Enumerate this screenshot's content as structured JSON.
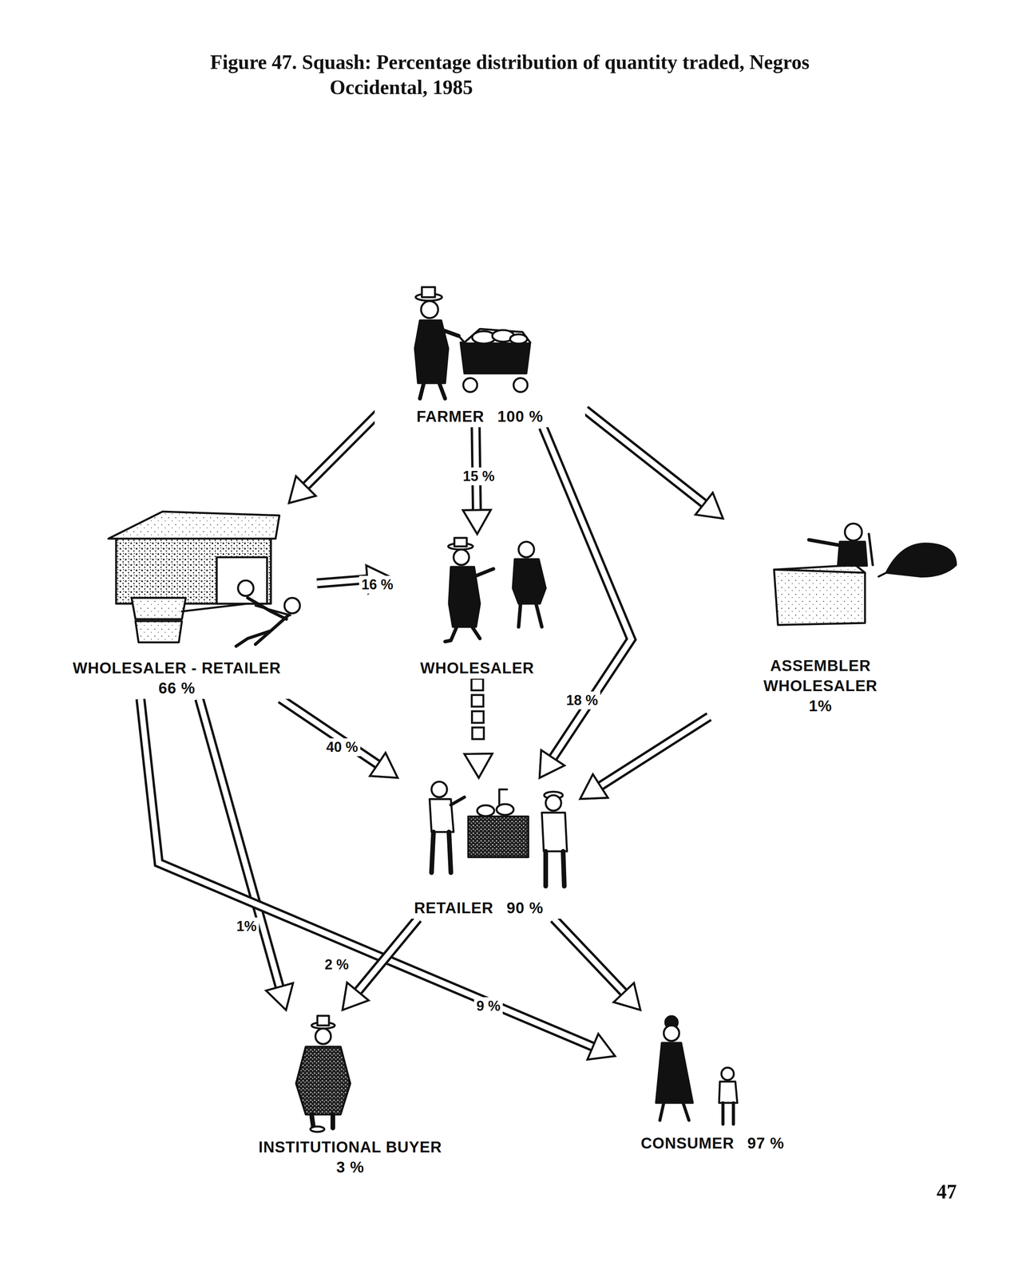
{
  "diagram": {
    "title": "Figure 47. Squash: Percentage distribution of quantity traded, Negros Occidental, 1985",
    "nodes": [
      {
        "text": [
          "FARMER",
          "100 %"
        ]
      },
      {
        "text": [
          "WHOLESALER - RETAILER",
          "66 %"
        ]
      },
      {
        "text": [
          "WHOLESALER"
        ]
      },
      {
        "text": [
          "ASSEMBLER WHOLESALER",
          "1%"
        ]
      },
      {
        "text": [
          "RETAILER",
          "90 %"
        ]
      },
      {
        "text": [
          "INSTITUTIONAL BUYER",
          "3 %"
        ]
      },
      {
        "text": [
          "CONSUMER",
          "97 %"
        ]
      }
    ],
    "edges": [
      {
        "from": 0,
        "to": 1,
        "arrow": "to"
      },
      {
        "from": 0,
        "to": 2,
        "label": "15 %",
        "arrow": "to"
      },
      {
        "from": 0,
        "to": 4,
        "label": "18 %",
        "arrow": "to"
      },
      {
        "from": 0,
        "to": 3,
        "arrow": "to"
      },
      {
        "from": 1,
        "to": 2,
        "label": "16 %",
        "arrow": "to"
      },
      {
        "from": 1,
        "to": 4,
        "label": "40 %",
        "arrow": "to"
      },
      {
        "from": 2,
        "to": 4,
        "arrow": "to"
      },
      {
        "from": 3,
        "to": 4,
        "arrow": "to"
      },
      {
        "from": 1,
        "to": 5,
        "label": "1%",
        "arrow": "to"
      },
      {
        "from": 1,
        "to": 6,
        "label": "9 %",
        "arrow": "to"
      },
      {
        "from": 4,
        "to": 5,
        "label": "2 %",
        "arrow": "to"
      },
      {
        "from": 4,
        "to": 6,
        "arrow": "to"
      }
    ],
    "labels": [
      "47"
    ]
  }
}
